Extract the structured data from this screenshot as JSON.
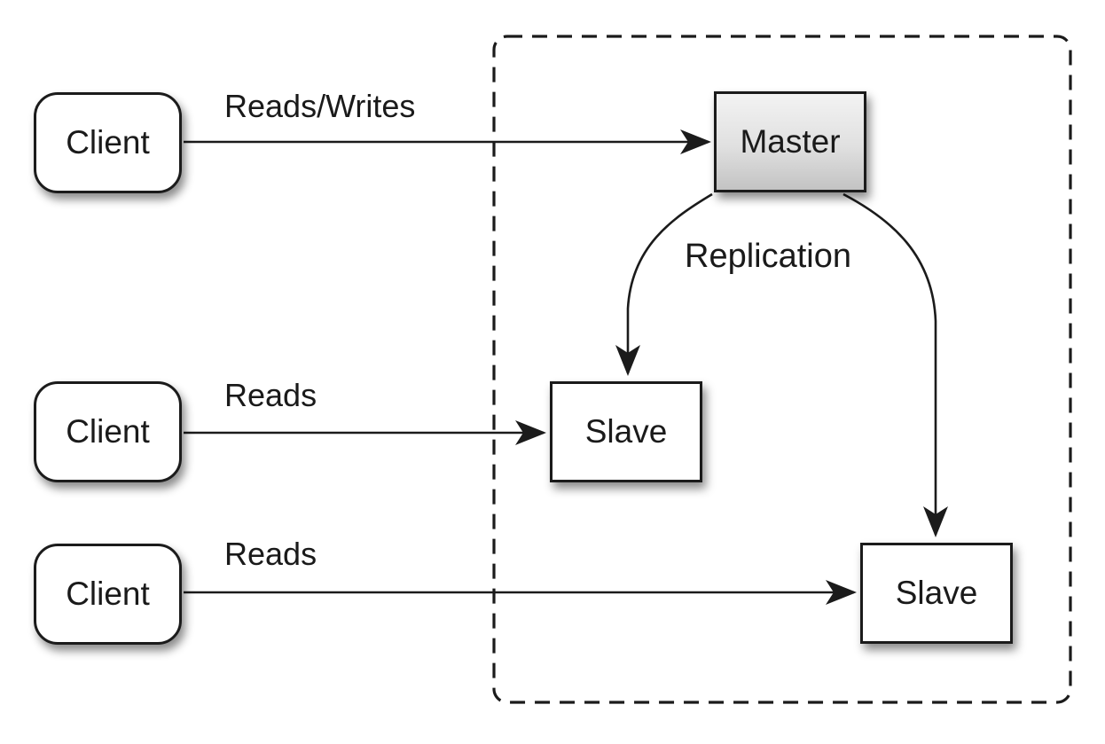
{
  "diagram": {
    "type": "architecture-flow",
    "topic": "Database master-slave replication",
    "container": {
      "name": "replication-cluster-boundary",
      "style": "dashed-rounded-rectangle"
    },
    "nodes": [
      {
        "id": "client-1",
        "label": "Client",
        "shape": "rounded-rect",
        "row": "top"
      },
      {
        "id": "client-2",
        "label": "Client",
        "shape": "rounded-rect",
        "row": "middle"
      },
      {
        "id": "client-3",
        "label": "Client",
        "shape": "rounded-rect",
        "row": "bottom"
      },
      {
        "id": "master",
        "label": "Master",
        "shape": "rect",
        "fill": "gray-gradient"
      },
      {
        "id": "slave-1",
        "label": "Slave",
        "shape": "rect",
        "fill": "white"
      },
      {
        "id": "slave-2",
        "label": "Slave",
        "shape": "rect",
        "fill": "white"
      }
    ],
    "edges": [
      {
        "from": "client-1",
        "to": "master",
        "label": "Reads/Writes",
        "style": "straight-arrow"
      },
      {
        "from": "client-2",
        "to": "slave-1",
        "label": "Reads",
        "style": "straight-arrow"
      },
      {
        "from": "client-3",
        "to": "slave-2",
        "label": "Reads",
        "style": "straight-arrow"
      },
      {
        "from": "master",
        "to": "slave-1",
        "label": "Replication",
        "style": "curved-arrow"
      },
      {
        "from": "master",
        "to": "slave-2",
        "label": "",
        "style": "curved-arrow"
      }
    ],
    "colors": {
      "background": "#ffffff",
      "stroke": "#1b1b1b",
      "text": "#1a1a1a",
      "master_gradient_top": "#f3f3f3",
      "master_gradient_bottom": "#c3c3c3",
      "node_fill": "#ffffff"
    }
  }
}
